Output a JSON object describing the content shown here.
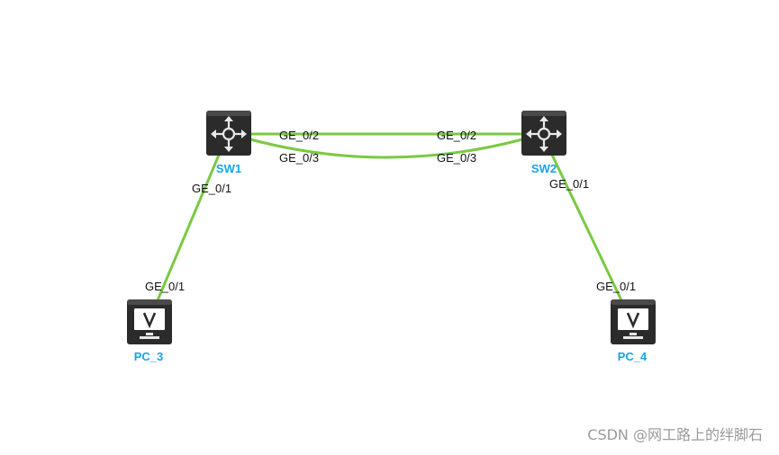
{
  "devices": {
    "sw1": {
      "name": "SW1",
      "type": "switch"
    },
    "sw2": {
      "name": "SW2",
      "type": "switch"
    },
    "pc3": {
      "name": "PC_3",
      "type": "pc"
    },
    "pc4": {
      "name": "PC_4",
      "type": "pc"
    }
  },
  "links": {
    "sw1_sw2_a": {
      "from_port": "GE_0/2",
      "to_port": "GE_0/2"
    },
    "sw1_sw2_b": {
      "from_port": "GE_0/3",
      "to_port": "GE_0/3"
    },
    "sw1_pc3": {
      "from_port": "GE_0/1",
      "to_port": "GE_0/1"
    },
    "sw2_pc4": {
      "from_port": "GE_0/1",
      "to_port": "GE_0/1"
    }
  },
  "colors": {
    "link": "#7ac943",
    "device_label": "#1aa3e8",
    "device_body": "#2b2b2b"
  },
  "icons": {
    "switch": "switch-icon",
    "pc": "monitor-icon"
  },
  "watermark": "CSDN @网工路上的绊脚石"
}
